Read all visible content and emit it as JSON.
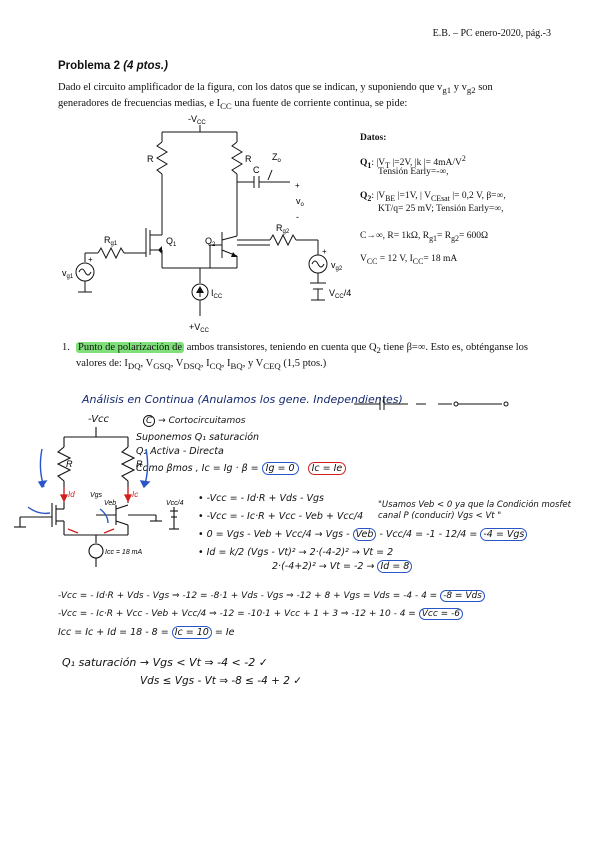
{
  "header": {
    "page_ref": "E.B. – PC enero-2020, pág.-3"
  },
  "problem": {
    "title": "Problema 2",
    "points": "(4 ptos.)"
  },
  "intro": {
    "line1": "Dado el circuito amplificador de la figura, con los datos que se indican, y suponiendo que v",
    "sub_g1": "g1",
    "mid": " y v",
    "sub_g2": "g2",
    "line2": " son generadores de frecuencias medias, e I",
    "sub_cc": "CC",
    "line3": " una fuente de corriente continua, se pide:"
  },
  "circuit": {
    "minus_vcc": "-V",
    "vcc_sub": "CC",
    "r_left": "R",
    "r_right": "R",
    "zo": "Z",
    "zo_sub": "o",
    "cap": "C",
    "plus": "+",
    "minus": "-",
    "vo": "v",
    "vo_sub": "o",
    "rg1": "R",
    "rg1_sub": "g1",
    "rg2": "R",
    "rg2_sub": "g2",
    "q1": "Q",
    "q1_sub": "1",
    "q2": "Q",
    "q2_sub": "2",
    "vg1": "v",
    "vg1_sub": "g1",
    "vg2": "v",
    "vg2_sub": "g2",
    "icc": "I",
    "icc_sub": "CC",
    "vcc4": "V",
    "vcc4_sub": "CC",
    "vcc4_tail": "/4",
    "plus_vcc": "+V",
    "plus_vcc_sub": "CC"
  },
  "datos": {
    "title": "Datos:",
    "q1_label": "Q",
    "q1_sub": "1",
    "q1_line1": ":  |V",
    "q1_vt_sub": "T",
    "q1_line1b": " |=2V,  |k |= 4mA/V",
    "q1_sup": "2",
    "q1_line2": "Tensión Early=-∞,",
    "q2_label": "Q",
    "q2_sub": "2",
    "q2_line1": ":  |V",
    "q2_vbe_sub": "BE",
    "q2_line1b": " |=1V,  | V",
    "q2_vce_sub": "CEsat",
    "q2_line1c": " |= 0,2 V, β=∞,",
    "q2_line2": "KT/q= 25 mV;   Tensión Early=∞,",
    "line3a": "C→∞, R= 1kΩ, R",
    "line3_sub1": "g1",
    "line3b": "= R",
    "line3_sub2": "g2",
    "line3c": "= 600Ω",
    "line4a": "V",
    "line4_sub1": "CC",
    "line4b": " = 12 V, I",
    "line4_sub2": "CC",
    "line4c": "= 18 mA"
  },
  "question1": {
    "number": "1.",
    "highlight": "Punto de polarización de",
    "text1": " ambos transistores, teniendo en cuenta que Q",
    "sub_2": "2",
    "text2": " tiene β=∞. Esto es, obténganse los valores de: I",
    "s1": "DQ",
    "t3": ", V",
    "s2": "GSQ",
    "t4": ", V",
    "s3": "DSQ",
    "t5": ", I",
    "s4": "CQ",
    "t6": ", I",
    "s5": "BQ",
    "t7": ", y V",
    "s6": "CEQ",
    "t8": "  (1,5 ptos.)"
  },
  "notes": {
    "analysis": "Análisis en Continua (Anulamos los gene. Independientes)",
    "vcc_hand": "-Vcc",
    "cc_tag": "C",
    "cc_text": "→ Cortocircuitamos",
    "sup1": "Suponemos Q₁ saturación",
    "sup2": "Q₂ Activa - Directa",
    "como": "Como βmos , Ic = Ig · β =",
    "ib0": "Ig = 0",
    "icie": "Ic = Ie",
    "eq1": "• -Vcc = - Id·R + Vds - Vgs",
    "eq2": "• -Vcc = - Ic·R + Vcc - Veb + Vcc/4",
    "eq3a": "• 0 = Vgs - Veb + Vcc/4  →  Vgs -",
    "eq3box": "Veb",
    "eq3b": "- Vcc/4 = -1 - 12/4 =",
    "eq3res": "-4 = Vgs",
    "eq4": "• Id = k/2 (Vgs - Vt)²  →  2·(-4-2)² → Vt = 2",
    "eq4b": "2·(-4+2)²  →  Vt = -2  →",
    "eq4res": "Id = 8",
    "quote": "\"Usamos Veb < 0 ya que la Condición mosfet canal P (conducir) Vgs < Vt \"",
    "label_id": "Id",
    "label_ic": "Ic",
    "label_vgs": "Vgs",
    "label_veb": "Veb",
    "label_icc": "Icc = 18 mA",
    "label_vcc4": "Vcc/4",
    "eq5a": "-Vcc = - Id·R + Vds - Vgs  ⇒  -12 = -8·1 + Vds - Vgs  ⇒  -12 + 8 + Vgs = Vds = -4 - 4 =",
    "eq5res": "-8 = Vds",
    "eq6a": "-Vcc = - Ic·R + Vcc - Veb + Vcc/4  ⇒  -12 = -10·1 + Vcc + 1 + 3  ⇒  -12 + 10 - 4 =",
    "eq6res": "Vcc = -6",
    "eq7a": "Icc = Ic + Id = 18 - 8 =",
    "eq7res": "Ic = 10",
    "eq7b": "= Ie",
    "sat1": "Q₁ saturación  →  Vgs < Vt  ⇒  -4 < -2  ✓",
    "sat2": "Vds ≤ Vgs - Vt  ⇒  -8 ≤ -4 + 2  ✓"
  }
}
